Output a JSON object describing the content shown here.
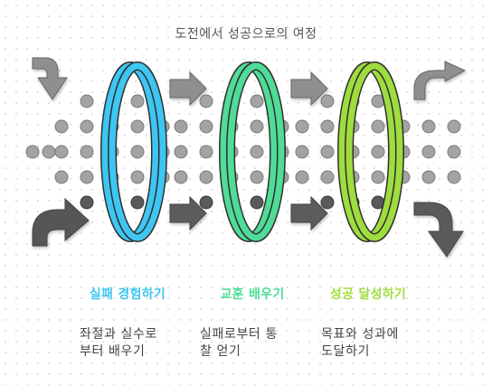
{
  "title": "도전에서 성공으로의 여정",
  "stages": [
    {
      "title": "실패 경험하기",
      "desc_line1": "좌절과 실수로",
      "desc_line2": "부터 배우기",
      "color": "#3ec6f3"
    },
    {
      "title": "교훈 배우기",
      "desc_line1": "실패로부터 통",
      "desc_line2": "찰 얻기",
      "color": "#4fdc96"
    },
    {
      "title": "성공 달성하기",
      "desc_line1": "목표와 성과에",
      "desc_line2": "도달하기",
      "color": "#9fdd3e"
    }
  ],
  "colors": {
    "arrow": "#8f8f8f",
    "arrow_dark": "#4d4d4d",
    "dot": "#a3a3a3",
    "dot_dark": "#5a5a5a"
  }
}
